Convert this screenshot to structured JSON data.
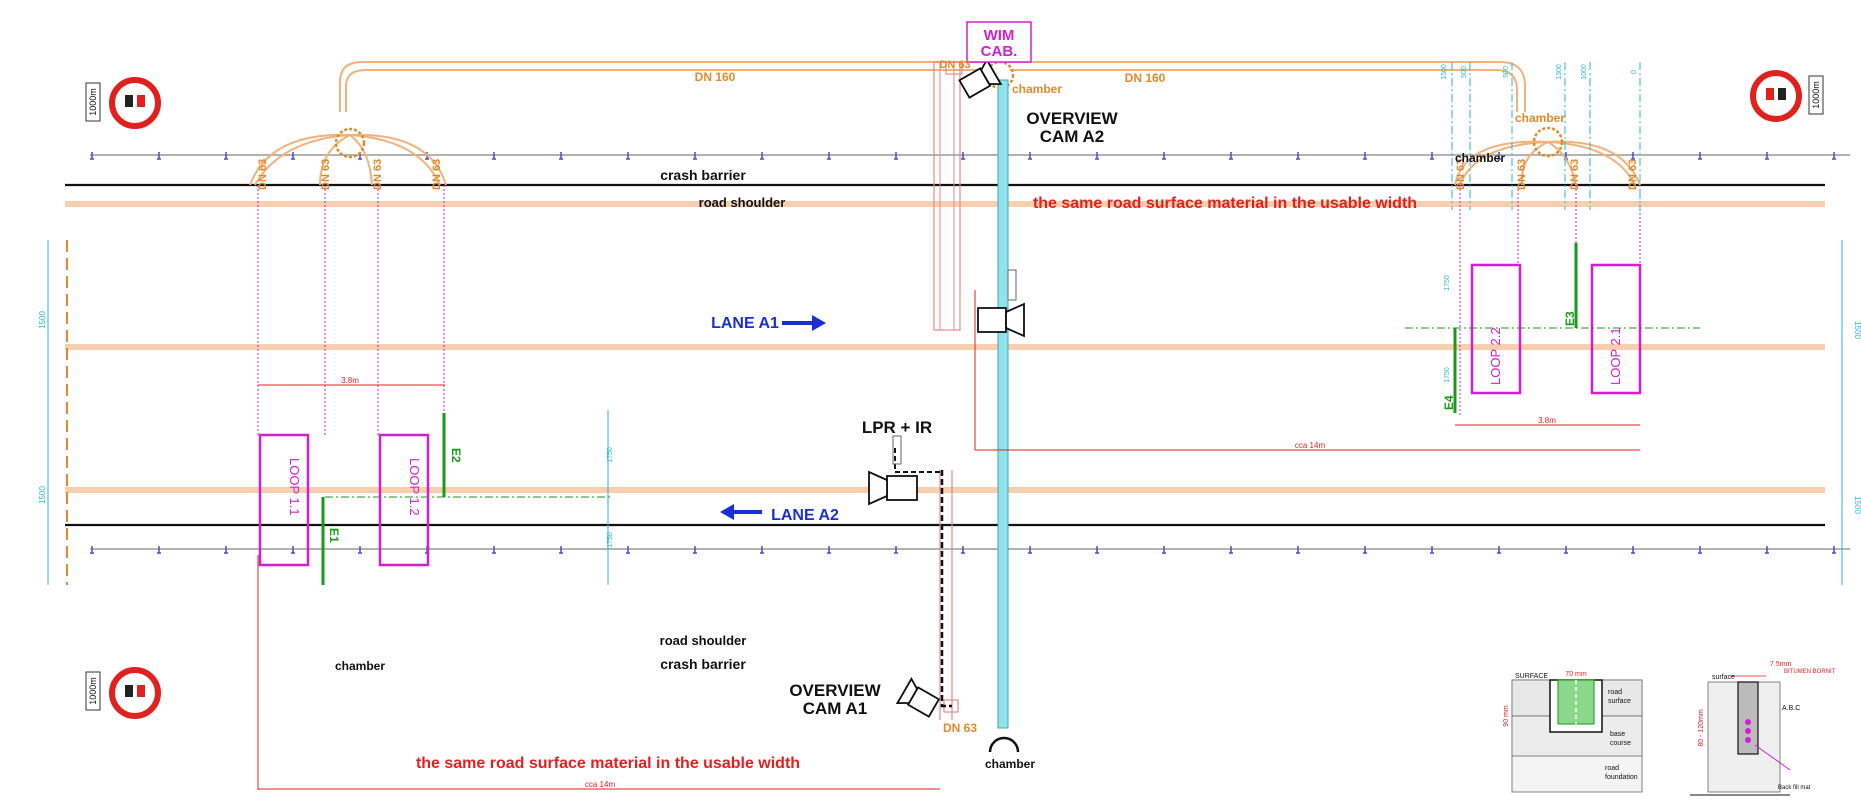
{
  "labels": {
    "wim_cab": [
      "WIM",
      "CAB."
    ],
    "dn160": "DN 160",
    "dn63": "DN 63",
    "chamber": "chamber",
    "overview_a2": [
      "OVERVIEW",
      "CAM A2"
    ],
    "overview_a1": [
      "OVERVIEW",
      "CAM A1"
    ],
    "lpr_ir": "LPR + IR",
    "crash_barrier": "crash barrier",
    "road_shoulder": "road shoulder",
    "surface_note": "the same road surface material in the usable width",
    "lane_a1": "LANE A1",
    "lane_a2": "LANE A2",
    "loop11": "LOOP 1.1",
    "loop12": "LOOP 1.2",
    "loop21": "LOOP 2.1",
    "loop22": "LOOP 2.2",
    "e1": "E1",
    "e2": "E2",
    "e3": "E3",
    "e4": "E4",
    "dist_38": "3.8m",
    "dist_cca14": "cca 14m",
    "sign_dist": "1000m",
    "dim_1500": "1500",
    "dim_1750": "1750",
    "dim_500": "500",
    "dim_1300": "1300",
    "dim_1000": "1000",
    "dim_0": "0",
    "detail1": {
      "surface": "SURFACE",
      "width": "70 mm",
      "depth": "90 mm",
      "road_surface": [
        "road",
        "surface"
      ],
      "base_course": [
        "base",
        "course"
      ],
      "road_foundation": [
        "road",
        "foundation"
      ]
    },
    "detail2": {
      "width": "7.5mm",
      "bitumen": "BITUMEN BORNIT",
      "surface": "surface",
      "depth": "80 - 120mm",
      "abc": "A.B.C",
      "back_fill": "Back fill mat"
    }
  },
  "colors": {
    "conduit": "#f2b27a",
    "lane": "#f7cfae",
    "loop": "#d21fd2",
    "edge": "#1a9a1a",
    "lane_text": "#1b2fd8",
    "note": "#e0221f",
    "dn": "#e08a2c",
    "cyan": "#29b7d6",
    "cable": "#8fe3ea"
  },
  "icons": [
    "no-overtaking-sign-icon",
    "camera-icon",
    "chamber-icon",
    "arrow-right-icon",
    "arrow-left-icon"
  ]
}
